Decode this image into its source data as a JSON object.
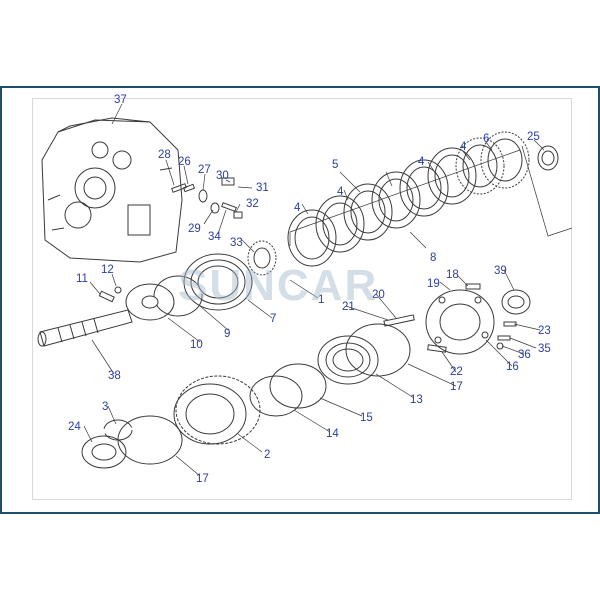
{
  "watermark": "SUNCAR",
  "colors": {
    "frame": "#1b4f6b",
    "callout": "#2a3ea8",
    "line": "#3a3a3a"
  },
  "callouts": [
    "37",
    "28",
    "26",
    "27",
    "30",
    "31",
    "32",
    "29",
    "34",
    "33",
    "5",
    "4",
    "4",
    "4",
    "4",
    "6",
    "25",
    "8",
    "11",
    "12",
    "1",
    "18",
    "39",
    "19",
    "21",
    "20",
    "23",
    "35",
    "36",
    "16",
    "9",
    "7",
    "10",
    "38",
    "22",
    "17",
    "13",
    "15",
    "14",
    "3",
    "24",
    "2",
    "17"
  ]
}
